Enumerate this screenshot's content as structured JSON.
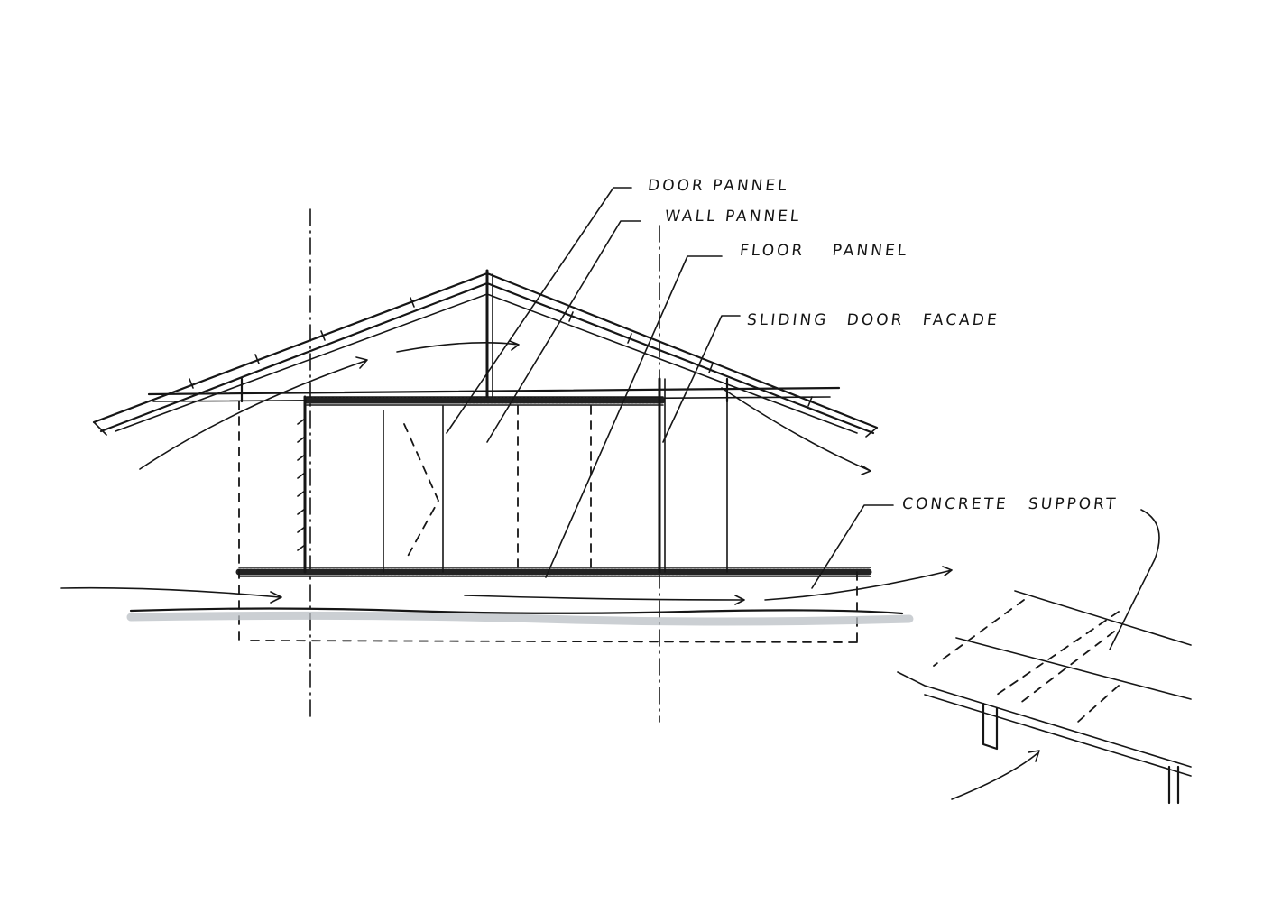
{
  "diagram": {
    "type": "architectural section sketch",
    "subject": "raised pavilion with gable roof",
    "labels": [
      {
        "id": "door-panel",
        "text": "Door Pannel"
      },
      {
        "id": "wall-panel",
        "text": "Wall Pannel"
      },
      {
        "id": "floor-panel",
        "text": "Floor Pannel"
      },
      {
        "id": "sliding-door-facade",
        "text": "Sliding Door Facade"
      },
      {
        "id": "concrete-support",
        "text": "Concrete Support"
      }
    ],
    "elements": [
      "gable roof",
      "roof overhang",
      "floor slab",
      "ceiling beam",
      "grid axes",
      "airflow arrows",
      "ground line",
      "perspective detail of floor on concrete support"
    ]
  }
}
